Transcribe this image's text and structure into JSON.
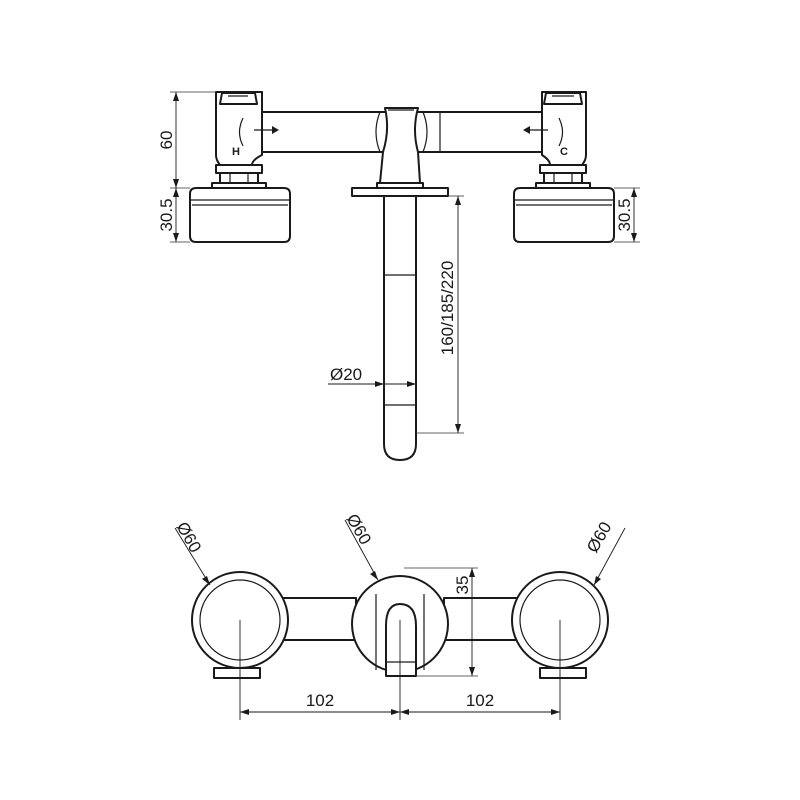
{
  "handle_marks": {
    "hot": "H",
    "cold": "C"
  },
  "dimensions": {
    "lever_height": "60",
    "flange_depth_left": "30.5",
    "flange_depth_right": "30.5",
    "spout_length": "160/185/220",
    "spout_diameter": "Ø20",
    "flange_diameter_left": "Ø60",
    "flange_diameter_center": "Ø60",
    "flange_diameter_right": "Ø60",
    "spout_height": "35",
    "spacing_left": "102",
    "spacing_right": "102"
  },
  "colors": {
    "line": "#1a1a1a",
    "background": "#ffffff"
  }
}
